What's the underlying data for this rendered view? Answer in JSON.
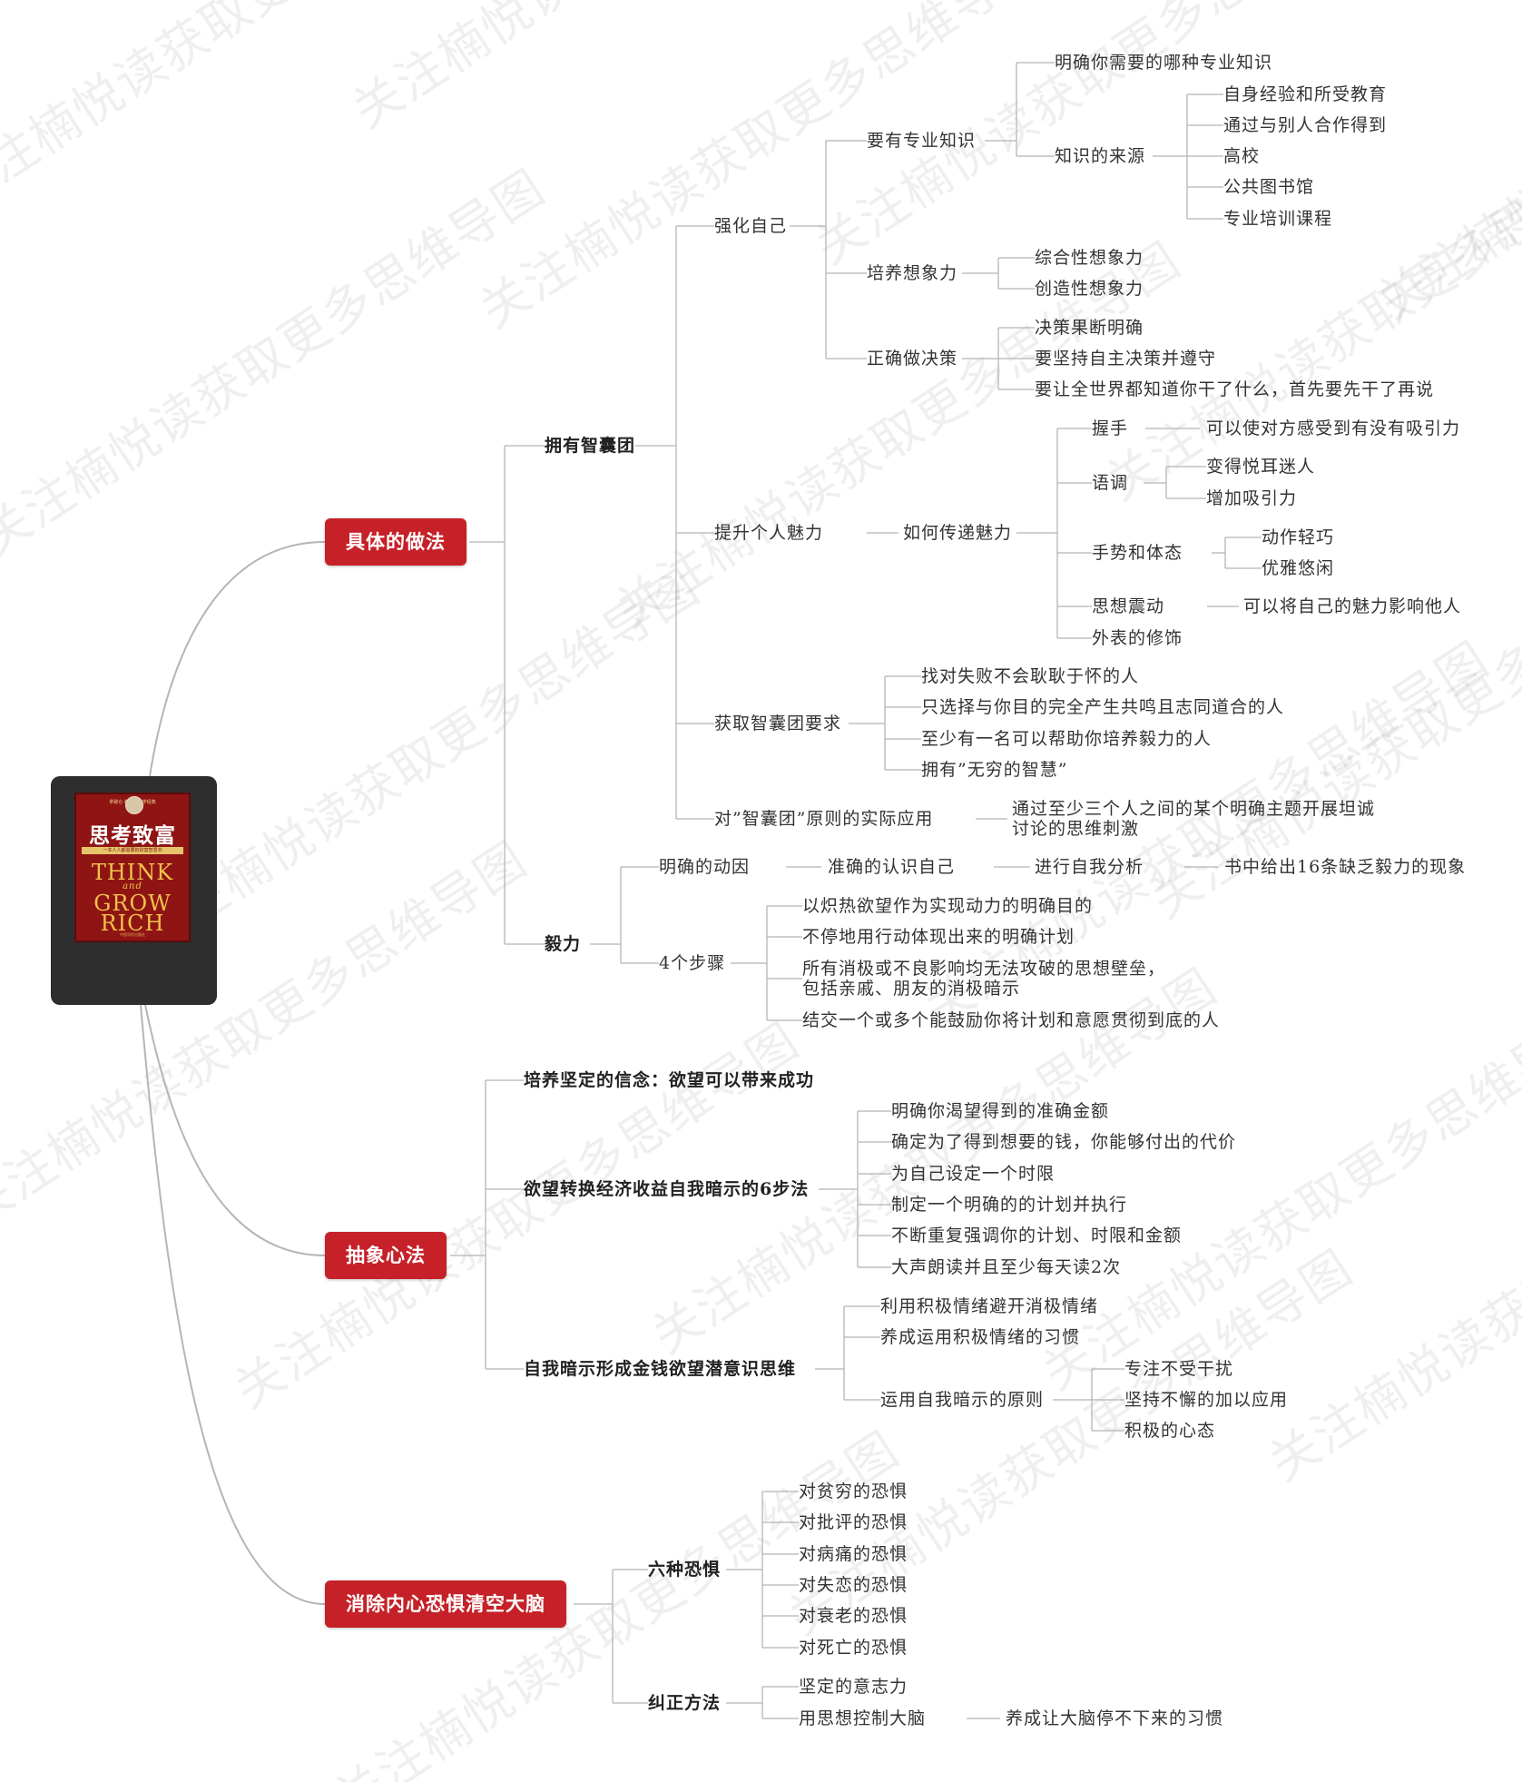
{
  "watermark": "关注楠悦读获取更多思维导图",
  "root": {
    "title_cn": "思考致富",
    "series": "拿破仑·希尔成功学经典",
    "band": "一本人人都需要的财富智慧书",
    "en_think": "THINK",
    "en_and": "and",
    "en_grow": "GROW",
    "en_rich": "RICH",
    "publisher": "中国华侨出版社"
  },
  "branches": {
    "b1": "具体的做法",
    "b2": "抽象心法",
    "b3": "消除内心恐惧清空大脑"
  },
  "nodes": {
    "zhinang": "拥有智囊团",
    "qiang": "强化自己",
    "zhuanye": "要有专业知识",
    "mingque_zy": "明确你需要的哪种专业知识",
    "laiyuan": "知识的来源",
    "ly1": "自身经验和所受教育",
    "ly2": "通过与别人合作得到",
    "ly3": "高校",
    "ly4": "公共图书馆",
    "ly5": "专业培训课程",
    "xiangxiang": "培养想象力",
    "xx1": "综合性想象力",
    "xx2": "创造性想象力",
    "juece": "正确做决策",
    "jc1": "决策果断明确",
    "jc2": "要坚持自主决策并遵守",
    "jc3": "要让全世界都知道你干了什么，首先要先干了再说",
    "meili": "提升个人魅力",
    "chuandi": "如何传递魅力",
    "woshou": "握手",
    "woshou_c": "可以使对方感受到有没有吸引力",
    "yudiao": "语调",
    "yd1": "变得悦耳迷人",
    "yd2": "增加吸引力",
    "shoushi": "手势和体态",
    "ss1": "动作轻巧",
    "ss2": "优雅悠闲",
    "sixiang": "思想震动",
    "sixiang_c": "可以将自己的魅力影响他人",
    "waibiao": "外表的修饰",
    "yaoqiu": "获取智囊团要求",
    "yq1": "找对失败不会耿耿于怀的人",
    "yq2": "只选择与你目的完全产生共鸣且志同道合的人",
    "yq3": "至少有一名可以帮助你培养毅力的人",
    "yq4": "拥有”无穷的智慧”",
    "yingyong": "对”智囊团”原则的实际应用",
    "yingyong_c": "通过至少三个人之间的某个明确主题开展坦诚讨论的思维刺激",
    "yili": "毅力",
    "dongyin": "明确的动因",
    "zhunque": "准确的认识自己",
    "fenxi": "进行自我分析",
    "shu16": "书中给出16条缺乏毅力的现象",
    "buzhou": "4个步骤",
    "bz1": "以炽热欲望作为实现动力的明确目的",
    "bz2": "不停地用行动体现出来的明确计划",
    "bz3": "所有消极或不良影响均无法攻破的思想壁垒，包括亲戚、朋友的消极暗示",
    "bz4": "结交一个或多个能鼓励你将计划和意愿贯彻到底的人",
    "xinnian": "培养坚定的信念：欲望可以带来成功",
    "liubu": "欲望转换经济收益自我暗示的6步法",
    "lb1": "明确你渴望得到的准确金额",
    "lb2": "确定为了得到想要的钱，你能够付出的代价",
    "lb3": "为自己设定一个时限",
    "lb4": "制定一个明确的的计划并执行",
    "lb5": "不断重复强调你的计划、时限和金额",
    "lb6": "大声朗读并且至少每天读2次",
    "anshi": "自我暗示形成金钱欲望潜意识思维",
    "as1": "利用积极情绪避开消极情绪",
    "as2": "养成运用积极情绪的习惯",
    "as3": "运用自我暗示的原则",
    "ys1": "专注不受干扰",
    "ys2": "坚持不懈的加以应用",
    "ys3": "积极的心态",
    "liuzhong": "六种恐惧",
    "kj1": "对贫穷的恐惧",
    "kj2": "对批评的恐惧",
    "kj3": "对病痛的恐惧",
    "kj4": "对失恋的恐惧",
    "kj5": "对衰老的恐惧",
    "kj6": "对死亡的恐惧",
    "jiuzheng": "纠正方法",
    "jz1": "坚定的意志力",
    "jz2": "用思想控制大脑",
    "jz2c": "养成让大脑停不下来的习惯"
  },
  "colors": {
    "branch": "#c62128",
    "line": "#b5b5b5",
    "root_bg": "#2e2e2e"
  }
}
